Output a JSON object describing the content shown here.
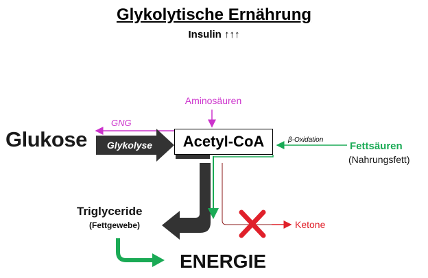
{
  "title": "Glykolytische Ernährung",
  "subtitle": "Insulin ↑↑↑",
  "nodes": {
    "glukose": "Glukose",
    "acetyl_coa": "Acetyl-CoA",
    "aminosaeuren": "Aminosäuren",
    "fettsaeuren": "Fettsäuren",
    "nahrungsfett": "(Nahrungsfett)",
    "triglyceride": "Triglyceride",
    "fettgewebe": "(Fettgewebe)",
    "ketone": "Ketone",
    "energie": "ENERGIE"
  },
  "edges": {
    "gng": "GNG",
    "glykolyse": "Glykolyse",
    "beta_oxidation": "β-Oxidation"
  },
  "colors": {
    "magenta": "#cc33cc",
    "green": "#1aaa55",
    "dark": "#333333",
    "red": "#e0202a",
    "darkred": "#8b1a1a"
  }
}
